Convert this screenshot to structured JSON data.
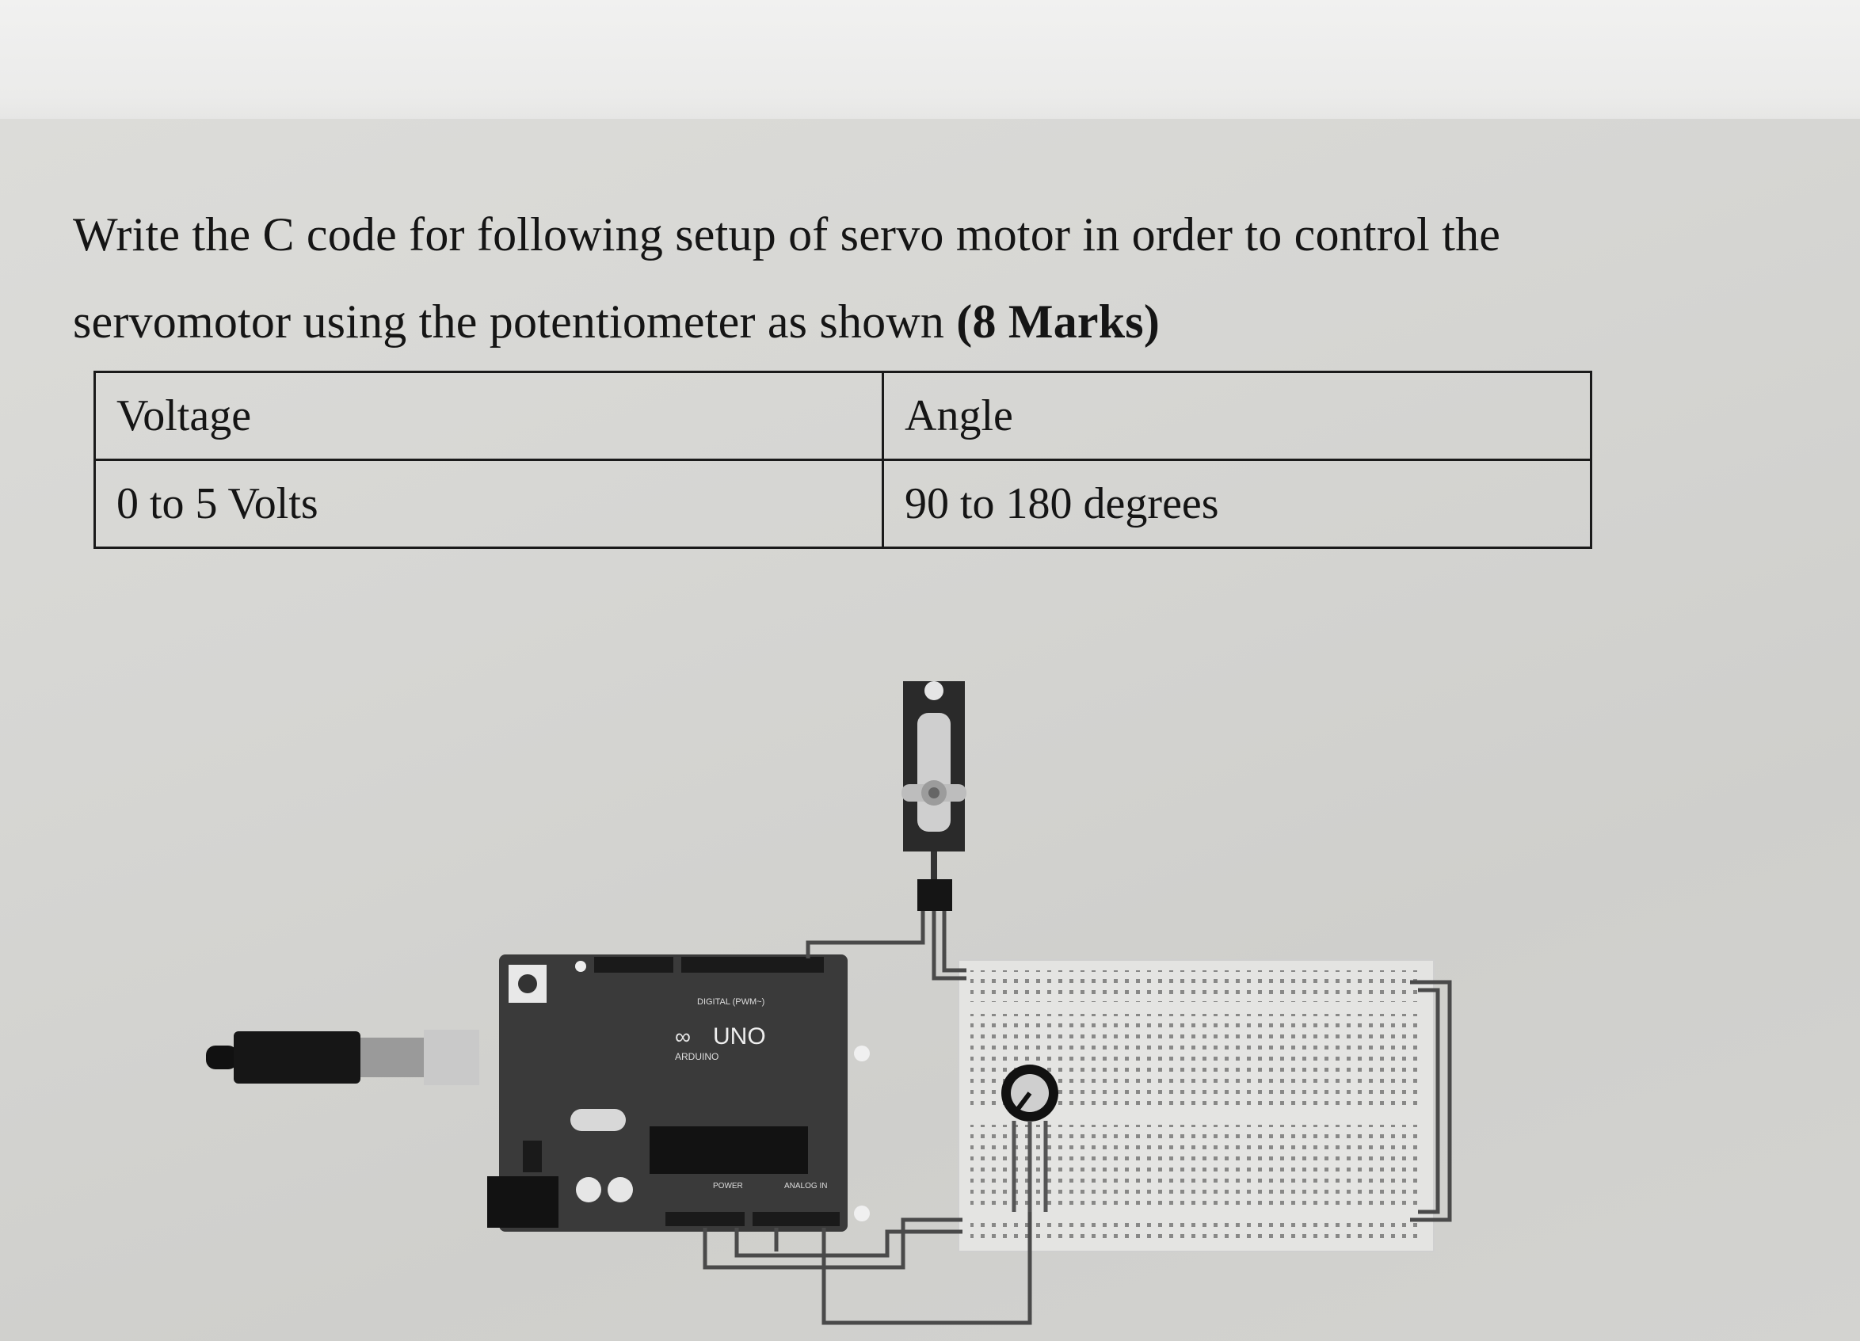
{
  "question": {
    "line1": "Write the C code for following setup of servo motor in order to control the",
    "line2": "servomotor using the potentiometer as shown ",
    "marks": "(8 Marks)"
  },
  "table": {
    "headers": [
      "Voltage",
      "Angle"
    ],
    "rows": [
      [
        "0 to 5 Volts",
        "90 to 180 degrees"
      ]
    ]
  },
  "board": {
    "model": "UNO",
    "brand": "ARDUINO",
    "digital_label": "DIGITAL (PWM~)",
    "power_label": "POWER",
    "analog_label": "ANALOG IN"
  }
}
